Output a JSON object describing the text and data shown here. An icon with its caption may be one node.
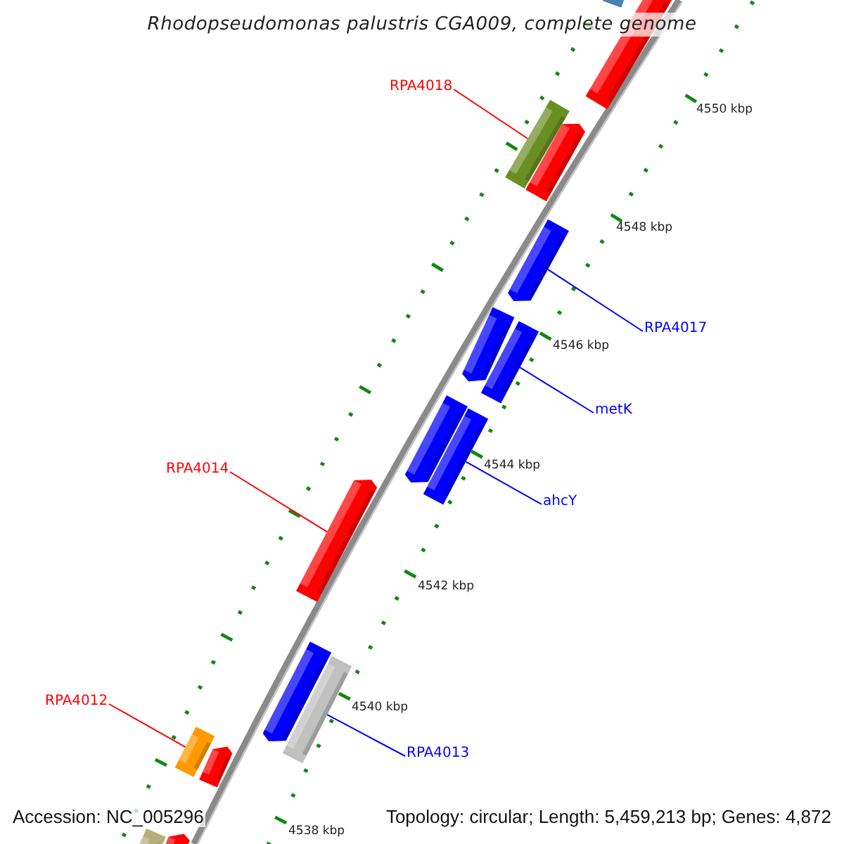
{
  "diagram": {
    "title": "Rhodopseudomonas palustris CGA009, complete genome",
    "nodes": [
      {
        "text": [
          "RPA4018"
        ]
      },
      {
        "text": [],
        "shape": "bar"
      },
      {
        "text": [
          "RPA4017"
        ]
      },
      {
        "text": [],
        "shape": "bar"
      },
      {
        "text": [
          "metK"
        ]
      },
      {
        "text": [],
        "shape": "bar"
      },
      {
        "text": [
          "ahcY"
        ]
      },
      {
        "text": [],
        "shape": "bar"
      },
      {
        "text": [
          "RPA4014"
        ]
      },
      {
        "text": [],
        "shape": "bar"
      },
      {
        "text": [
          "RPA4012"
        ]
      },
      {
        "text": [],
        "shape": "bar"
      },
      {
        "text": [
          "RPA4013"
        ]
      },
      {
        "text": [],
        "shape": "bar"
      },
      {
        "text": [],
        "shape": "bar"
      },
      {
        "text": [],
        "shape": "bar"
      },
      {
        "text": [],
        "shape": "bar"
      },
      {
        "text": [],
        "shape": "bar"
      },
      {
        "text": [],
        "shape": "bar"
      },
      {
        "text": [],
        "shape": "bar"
      },
      {
        "text": [],
        "shape": "bar"
      },
      {
        "text": [],
        "shape": "bar"
      },
      {
        "text": [],
        "shape": "bar"
      }
    ],
    "edges": [
      {
        "from": 0,
        "to": 1,
        "arrow": "none",
        "color": "#ff0000"
      },
      {
        "from": 2,
        "to": 3,
        "arrow": "none"
      },
      {
        "from": 4,
        "to": 5,
        "arrow": "none"
      },
      {
        "from": 6,
        "to": 7,
        "arrow": "none"
      },
      {
        "from": 8,
        "to": 9,
        "arrow": "none",
        "color": "#ff0000"
      },
      {
        "from": 10,
        "to": 11,
        "arrow": "none",
        "color": "#ff0000"
      },
      {
        "from": 12,
        "to": 13,
        "arrow": "none"
      }
    ],
    "labels": [
      "4550 kbp",
      "4548 kbp",
      "4546 kbp",
      "4544 kbp",
      "4542 kbp",
      "4540 kbp",
      "Accession: NC_005296",
      "Topology: circular; Length: 5,459,213 bp; Genes: 4,872",
      "4538 kbp"
    ]
  }
}
